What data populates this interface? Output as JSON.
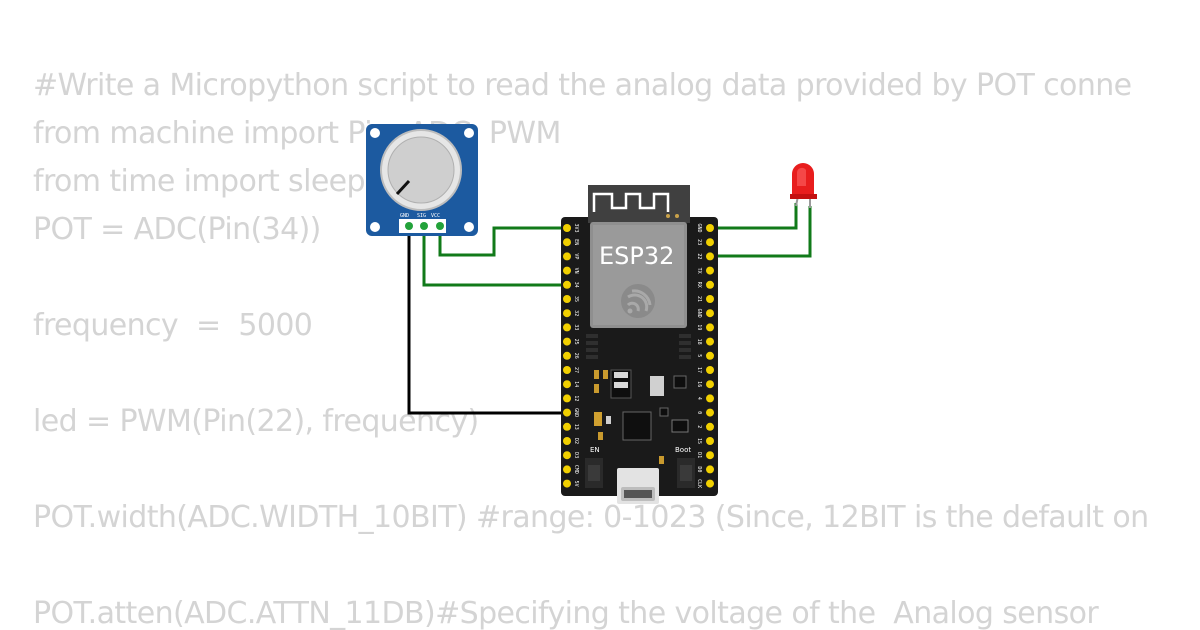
{
  "code": {
    "lines": [
      "#Write a Micropython script to read the analog data provided by POT conne",
      "from machine import Pin, ADC, PWM",
      "from time import sleep",
      "POT = ADC(Pin(34))",
      "",
      "frequency  =  5000",
      "",
      "led = PWM(Pin(22), frequency)",
      "",
      "POT.width(ADC.WIDTH_10BIT) #range: 0-1023 (Since, 12BIT is the default on",
      "",
      "POT.atten(ADC.ATTN_11DB)#Specifying the voltage of the  Analog sensor"
    ]
  },
  "circuit": {
    "board": {
      "label": "ESP32",
      "en_label": "EN",
      "boot_label": "Boot",
      "left_pins": [
        "3V3",
        "EN",
        "VP",
        "VN",
        "34",
        "35",
        "32",
        "33",
        "25",
        "26",
        "27",
        "14",
        "12",
        "GND",
        "13",
        "D2",
        "D3",
        "CMD",
        "5V"
      ],
      "right_pins": [
        "GND",
        "23",
        "22",
        "TX",
        "RX",
        "21",
        "GND",
        "19",
        "18",
        "5",
        "17",
        "16",
        "4",
        "0",
        "2",
        "15",
        "D1",
        "D0",
        "CLK"
      ],
      "pcb_color": "#1a1a1a",
      "pin_color": "#f1d000"
    },
    "potentiometer": {
      "pin_labels": [
        "GND",
        "SIG",
        "VCC"
      ],
      "pcb_color": "#1c5aa0"
    },
    "led": {
      "color": "#e81d1d"
    },
    "wire_colors": {
      "signal": "#117a1a",
      "ground": "#000000"
    }
  }
}
